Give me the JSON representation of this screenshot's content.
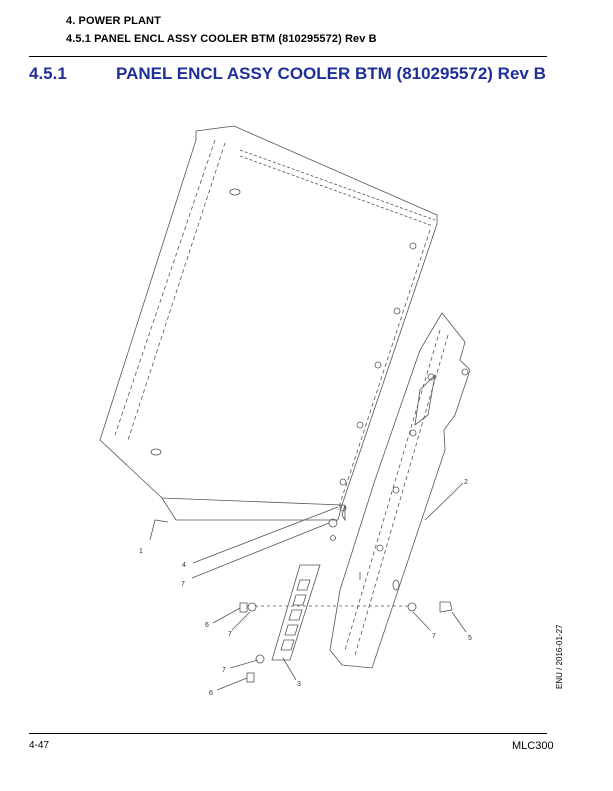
{
  "header": {
    "chapter": "4. POWER PLANT",
    "section": "4.5.1 PANEL ENCL ASSY COOLER BTM (810295572) Rev B"
  },
  "title": {
    "number": "4.5.1",
    "text": "PANEL ENCL ASSY COOLER BTM (810295572) Rev B"
  },
  "callouts": {
    "c1": "1",
    "c2": "2",
    "c3": "3",
    "c4": "4",
    "c5": "5",
    "c6a": "6",
    "c6b": "6",
    "c7a": "7",
    "c7b": "7",
    "c7c": "7",
    "c7d": "7"
  },
  "side_stamp": "ENU / 2016-01-27",
  "footer": {
    "page": "4-47",
    "model": "MLC300"
  },
  "colors": {
    "title": "#1f2f99",
    "line_art": "#555555"
  }
}
